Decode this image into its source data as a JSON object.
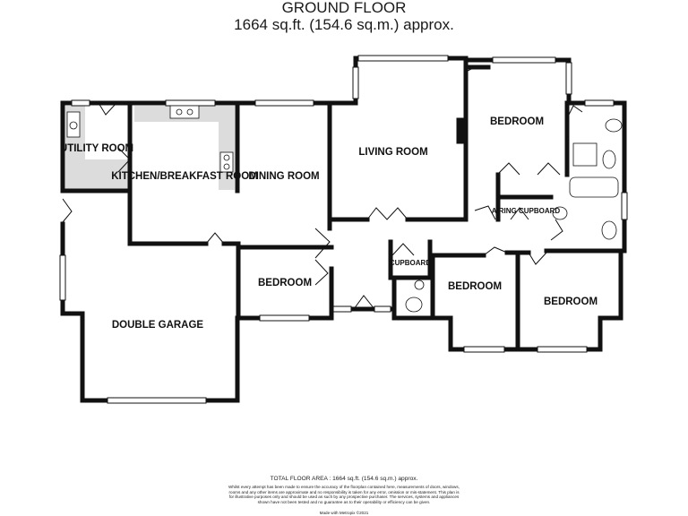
{
  "header": {
    "title": "GROUND FLOOR",
    "subtitle": "1664 sq.ft. (154.6 sq.m.) approx."
  },
  "rooms": {
    "utility": "UTILITY ROOM",
    "kitchen": "KITCHEN/BREAKFAST ROOM",
    "dining": "DINING ROOM",
    "living": "LIVING ROOM",
    "bedroom_1": "BEDROOM",
    "bedroom_2": "BEDROOM",
    "bedroom_3": "BEDROOM",
    "bedroom_4": "BEDROOM",
    "garage": "DOUBLE GARAGE",
    "cupboard": "CUPBOARD",
    "airing_cupboard": "AIRING CUPBOARD"
  },
  "footer": {
    "total_area": "TOTAL FLOOR AREA : 1664 sq.ft. (154.6 sq.m.) approx.",
    "disclaimer": "Whilst every attempt has been made to ensure the accuracy of the floorplan contained here, measurements of doors, windows, rooms and any other items are approximate and no responsibility is taken for any error, omission or mis-statement. This plan is for illustrative purposes only and should be used as such by any prospective purchaser. The services, systems and appliances shown have not been tested and no guarantee as to their operability or efficiency can be given.",
    "credit": "Made with Metropix ©2021"
  },
  "colors": {
    "wall": "#111111",
    "fitted_units": "#dcdcdc",
    "window": "#ffffff"
  }
}
